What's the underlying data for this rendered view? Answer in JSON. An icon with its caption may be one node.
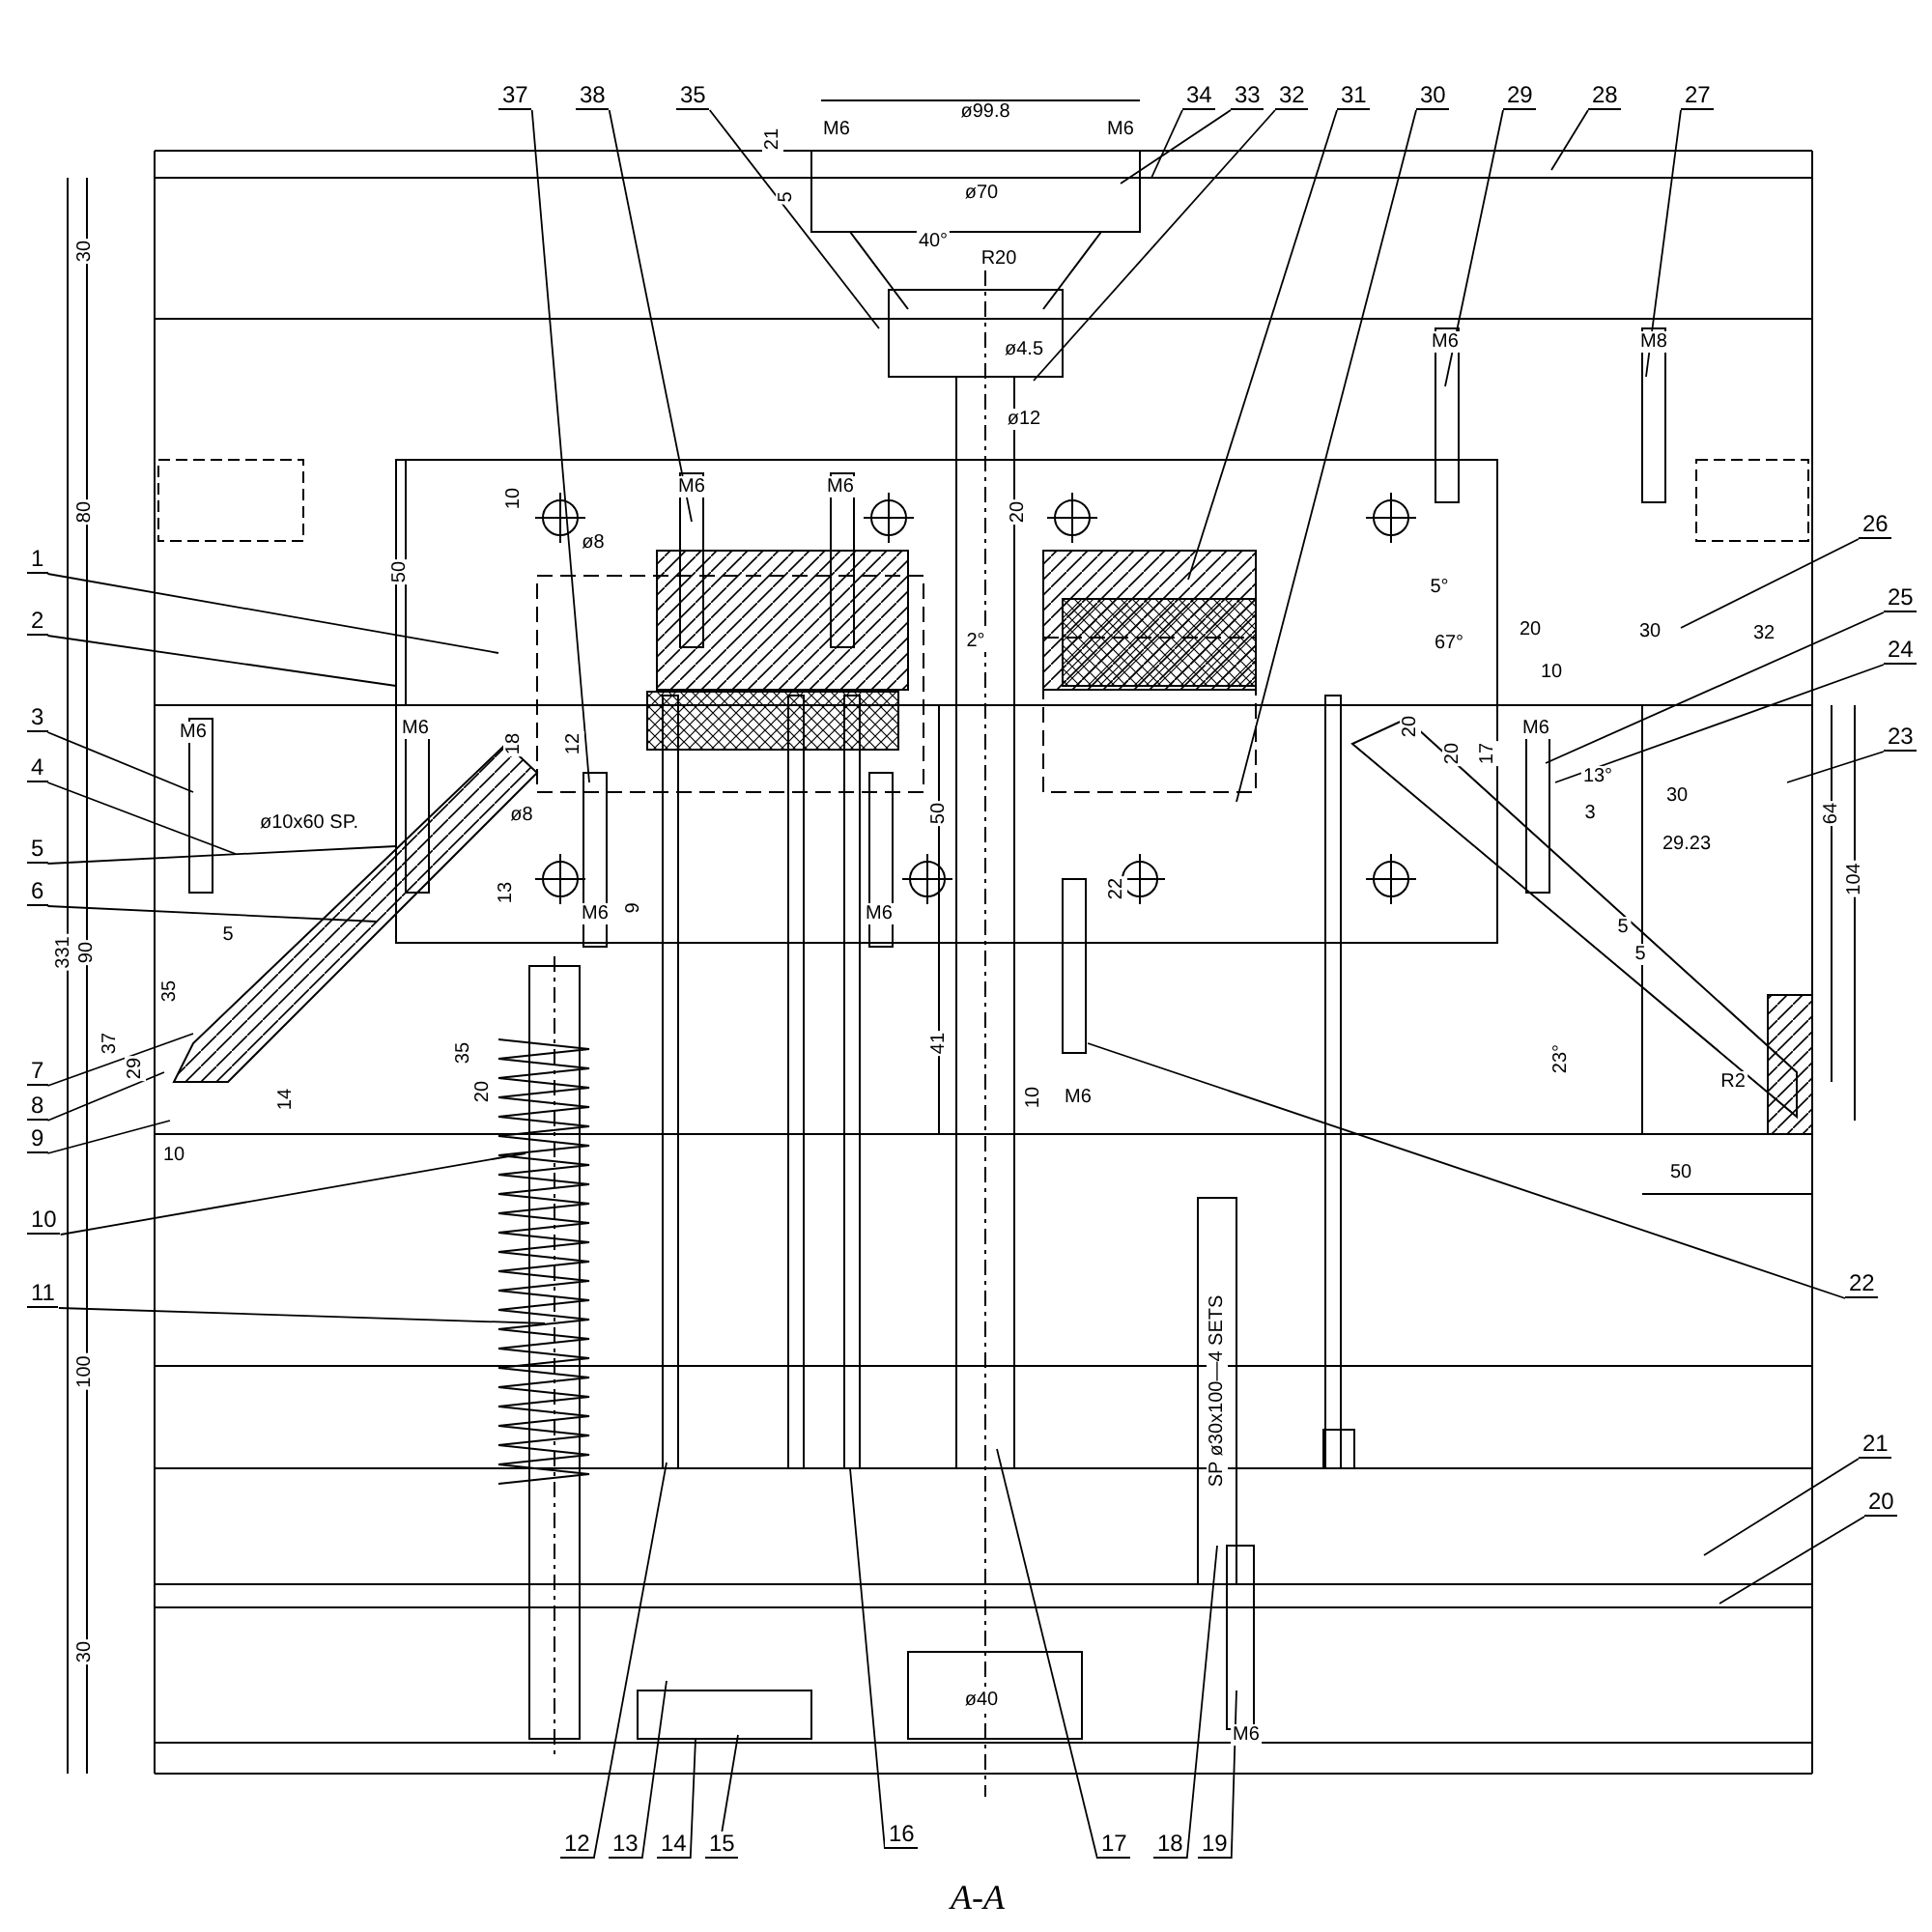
{
  "diagram": {
    "caption": "A-A",
    "nodes": [
      {
        "text": [
          "1"
        ]
      },
      {
        "text": [
          "2"
        ]
      },
      {
        "text": [
          "3"
        ]
      },
      {
        "text": [
          "4"
        ]
      },
      {
        "text": [
          "5"
        ]
      },
      {
        "text": [
          "6"
        ]
      },
      {
        "text": [
          "7"
        ]
      },
      {
        "text": [
          "8"
        ]
      },
      {
        "text": [
          "9"
        ]
      },
      {
        "text": [
          "10"
        ]
      },
      {
        "text": [
          "11"
        ]
      },
      {
        "text": [
          "12"
        ]
      },
      {
        "text": [
          "13"
        ]
      },
      {
        "text": [
          "14"
        ]
      },
      {
        "text": [
          "15"
        ]
      },
      {
        "text": [
          "16"
        ]
      },
      {
        "text": [
          "17"
        ]
      },
      {
        "text": [
          "18"
        ]
      },
      {
        "text": [
          "19"
        ]
      },
      {
        "text": [
          "20"
        ]
      },
      {
        "text": [
          "21"
        ]
      },
      {
        "text": [
          "22"
        ]
      },
      {
        "text": [
          "23"
        ]
      },
      {
        "text": [
          "24"
        ]
      },
      {
        "text": [
          "25"
        ]
      },
      {
        "text": [
          "26"
        ]
      },
      {
        "text": [
          "27"
        ]
      },
      {
        "text": [
          "28"
        ]
      },
      {
        "text": [
          "29"
        ]
      },
      {
        "text": [
          "30"
        ]
      },
      {
        "text": [
          "31"
        ]
      },
      {
        "text": [
          "32"
        ]
      },
      {
        "text": [
          "33"
        ]
      },
      {
        "text": [
          "34"
        ]
      },
      {
        "text": [
          "35"
        ]
      },
      {
        "text": [
          "37"
        ]
      },
      {
        "text": [
          "38"
        ]
      }
    ],
    "edges": [
      {
        "from": 0,
        "to": null,
        "arrow": "none"
      },
      {
        "from": 1,
        "to": null,
        "arrow": "none"
      },
      {
        "from": 2,
        "to": null,
        "arrow": "none"
      },
      {
        "from": 3,
        "to": null,
        "arrow": "none"
      },
      {
        "from": 4,
        "to": null,
        "arrow": "none"
      },
      {
        "from": 5,
        "to": null,
        "arrow": "none"
      },
      {
        "from": 6,
        "to": null,
        "arrow": "none"
      },
      {
        "from": 7,
        "to": null,
        "arrow": "none"
      },
      {
        "from": 8,
        "to": null,
        "arrow": "none"
      },
      {
        "from": 9,
        "to": null,
        "arrow": "none"
      },
      {
        "from": 10,
        "to": null,
        "arrow": "none"
      },
      {
        "from": 11,
        "to": null,
        "arrow": "none"
      },
      {
        "from": 12,
        "to": null,
        "arrow": "none"
      },
      {
        "from": 13,
        "to": null,
        "arrow": "none"
      },
      {
        "from": 14,
        "to": null,
        "arrow": "none"
      },
      {
        "from": 15,
        "to": null,
        "arrow": "none"
      },
      {
        "from": 16,
        "to": null,
        "arrow": "none"
      },
      {
        "from": 17,
        "to": null,
        "arrow": "none"
      },
      {
        "from": 18,
        "to": null,
        "arrow": "none"
      },
      {
        "from": 19,
        "to": null,
        "arrow": "none"
      },
      {
        "from": 20,
        "to": null,
        "arrow": "none"
      },
      {
        "from": 21,
        "to": null,
        "arrow": "none"
      },
      {
        "from": 22,
        "to": null,
        "arrow": "none"
      },
      {
        "from": 23,
        "to": null,
        "arrow": "none"
      },
      {
        "from": 24,
        "to": null,
        "arrow": "none"
      },
      {
        "from": 25,
        "to": null,
        "arrow": "none"
      },
      {
        "from": 26,
        "to": null,
        "arrow": "none"
      },
      {
        "from": 27,
        "to": null,
        "arrow": "none"
      },
      {
        "from": 28,
        "to": null,
        "arrow": "none"
      },
      {
        "from": 29,
        "to": null,
        "arrow": "none"
      },
      {
        "from": 30,
        "to": null,
        "arrow": "none"
      },
      {
        "from": 31,
        "to": null,
        "arrow": "none"
      },
      {
        "from": 32,
        "to": null,
        "arrow": "none"
      },
      {
        "from": 33,
        "to": null,
        "arrow": "none"
      },
      {
        "from": 34,
        "to": null,
        "arrow": "none"
      },
      {
        "from": 35,
        "to": null,
        "arrow": "none"
      },
      {
        "from": 36,
        "to": null,
        "arrow": "none"
      }
    ],
    "labels": [
      "21",
      "M6",
      "ø99.8",
      "M6",
      "5",
      "ø70",
      "30",
      "40°",
      "R20",
      "ø4.5",
      "M6",
      "M8",
      "ø12",
      "80",
      "10",
      "M6",
      "M6",
      "20",
      "ø8",
      "50",
      "5°",
      "2°",
      "67°",
      "20",
      "30",
      "32",
      "10",
      "M6",
      "M6",
      "18",
      "12",
      "20",
      "20",
      "17",
      "M6",
      "13°",
      "ø10x60 SP.",
      "ø8",
      "50",
      "3",
      "30",
      "64",
      "29.23",
      "13",
      "M6",
      "9",
      "M6",
      "22",
      "104",
      "331",
      "90",
      "5",
      "5",
      "5",
      "35",
      "37",
      "29",
      "35",
      "41",
      "23°",
      "R2",
      "14",
      "20",
      "10",
      "M6",
      "10",
      "50",
      "100",
      "SP ø30x100—4 SETS",
      "30",
      "ø40",
      "M6"
    ]
  }
}
